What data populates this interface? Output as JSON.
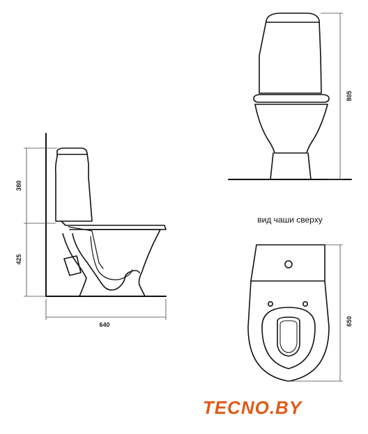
{
  "dimensions": {
    "tank_height": "380",
    "bowl_height": "425",
    "depth": "640",
    "front_height": "805",
    "top_length": "650"
  },
  "caption": "вид чаши сверху",
  "logo": {
    "text": "TECNO.BY",
    "color": "#e05a17"
  },
  "colors": {
    "line": "#111111",
    "dimension": "#444444"
  }
}
